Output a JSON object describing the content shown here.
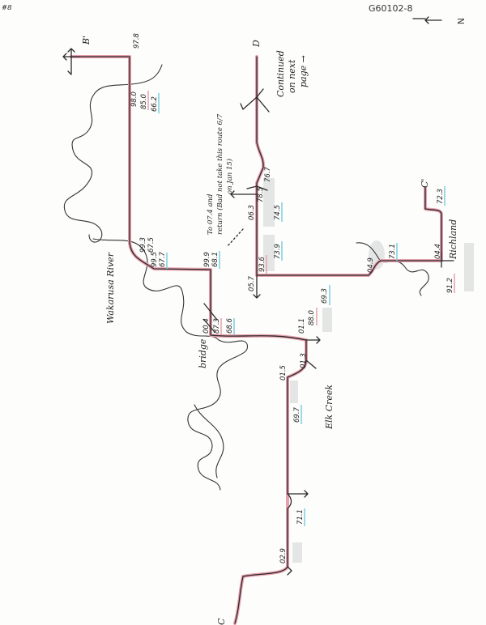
{
  "header": {
    "sheet_id": "G60102-8",
    "page_mark": "#8",
    "north_label": "N"
  },
  "points": {
    "b_prime": "B'",
    "c": "C",
    "c_prime": "C'",
    "d": "D"
  },
  "features": {
    "river": "Wakarusa River",
    "bridge": "bridge",
    "creek": "Elk Creek",
    "town": "Richland"
  },
  "notes": {
    "detour_line1": "To 07.4 and",
    "detour_line2": "return (Bad not take this route 6/7",
    "detour_line3": "on Jan 15)",
    "continued_line1": "Continued",
    "continued_line2": "on next",
    "continued_line3": "page →"
  },
  "labels": [
    "97.8",
    "98.0",
    "85.0",
    "66.2",
    "99.3",
    "67.5",
    "99.5",
    "67.7",
    "99.9",
    "68.1",
    "00.4",
    "87.3",
    "68.6",
    "01.1",
    "88.0",
    "69.3",
    "01.3",
    "01.5",
    "69.7",
    "71.1",
    "02.9",
    "05.7",
    "93.6",
    "73.9",
    "06.3",
    "78.5",
    "74.5",
    "76.7",
    "04.9",
    "73.1",
    "04.4",
    "91.2",
    "72.3"
  ],
  "colors": {
    "route_highlight": "#e7a0ad",
    "alt_underline": "#7ccfe0"
  }
}
